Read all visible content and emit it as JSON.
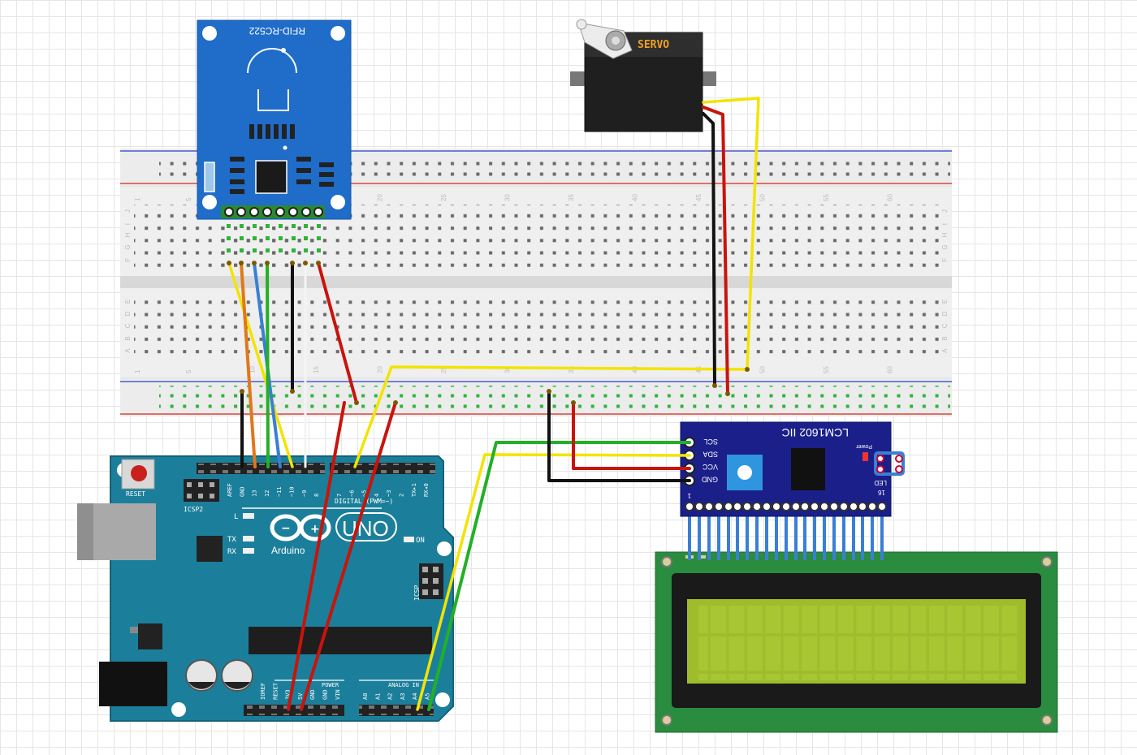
{
  "rfid": {
    "label": "RFID-RC522"
  },
  "servo": {
    "label": "SERVO"
  },
  "breadboard": {
    "column_numbers": [
      "1",
      "5",
      "10",
      "15",
      "20",
      "25",
      "30",
      "35",
      "40",
      "45",
      "50",
      "55",
      "60"
    ],
    "row_letters_top": [
      "J",
      "I",
      "H",
      "G",
      "F"
    ],
    "row_letters_bottom": [
      "E",
      "D",
      "C",
      "B",
      "A"
    ]
  },
  "arduino": {
    "reset_label": "RESET",
    "icsp2_label": "ICSP2",
    "icsp_label": "ICSP",
    "digital_label": "DIGITAL (PWM=~)",
    "digital_pins": [
      "AREF",
      "GND",
      "13",
      "12",
      "~11",
      "~10",
      "~9",
      "8",
      "7",
      "~6",
      "~5",
      "4",
      "~3",
      "2",
      "TX▸1",
      "RX◂0"
    ],
    "led_l": "L",
    "led_tx": "TX",
    "led_rx": "RX",
    "on_label": "ON",
    "brand": "Arduino",
    "model": "UNO",
    "power_label": "POWER",
    "power_pins": [
      "IOREF",
      "RESET",
      "3V3",
      "5V",
      "GND",
      "GND",
      "VIN"
    ],
    "analog_label": "ANALOG IN",
    "analog_pins": [
      "A0",
      "A1",
      "A2",
      "A3",
      "A4",
      "A5"
    ]
  },
  "i2c_module": {
    "title": "LCM1602 IIC",
    "pins": [
      "SCL",
      "SDA",
      "VCC",
      "GND"
    ],
    "power_label": "Power",
    "led_label": "LED",
    "pin_first": "1",
    "pin_last": "16"
  },
  "colors": {
    "wire_yellow": "#f2e400",
    "wire_red": "#c8140c",
    "wire_black": "#111111",
    "wire_green": "#22b025",
    "wire_blue": "#3a7fd5",
    "wire_orange": "#e0781a",
    "wire_white": "#f4f4f4",
    "arduino_board": "#1b7f9b",
    "rfid_board": "#1f6cc9",
    "i2c_board": "#1a1f8a",
    "lcd_pcb": "#2a8c3e",
    "lcd_screen": "#9ebc2c"
  }
}
